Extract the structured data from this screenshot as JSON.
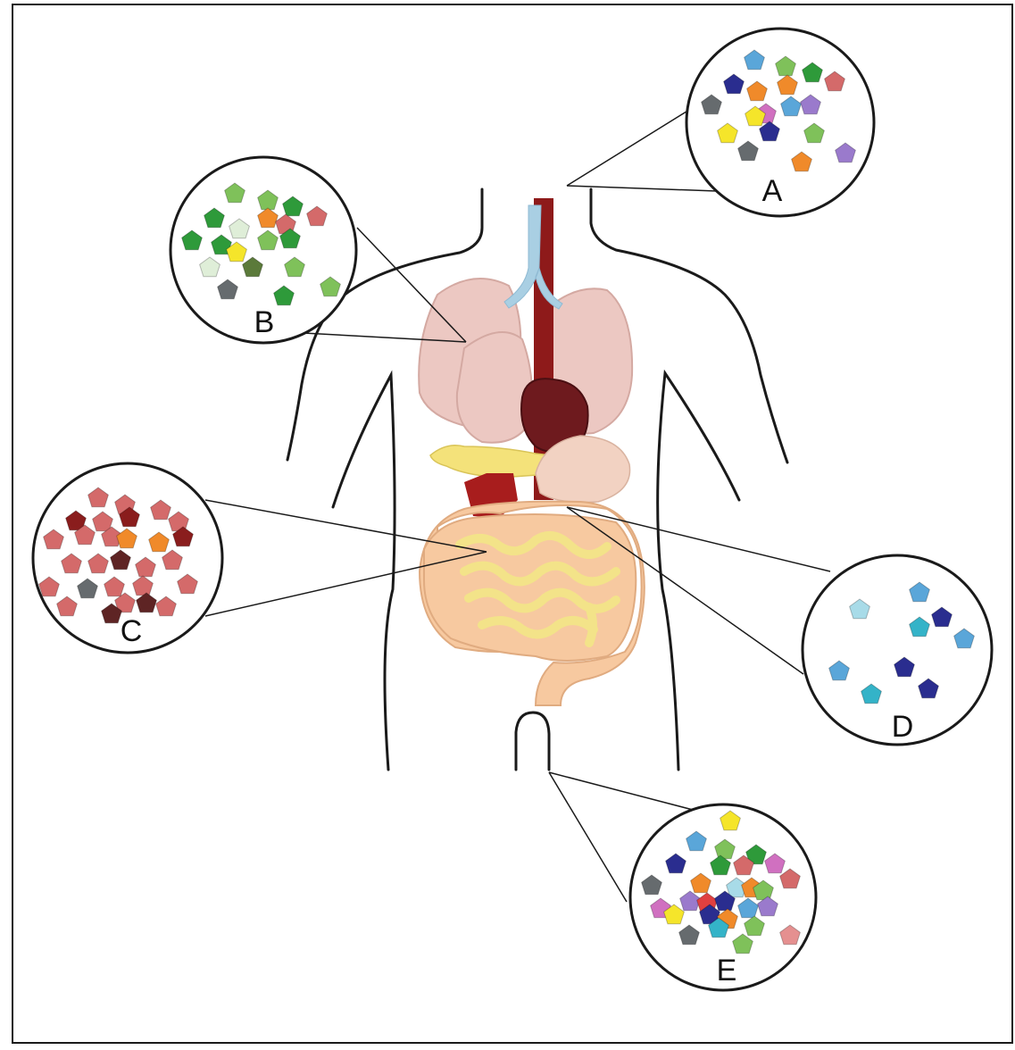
{
  "diagram": {
    "labels": {
      "A": "A",
      "B": "B",
      "C": "C",
      "D": "D",
      "E": "E"
    },
    "colors": {
      "outline": "#1a1a1a",
      "lung": "#ecc8c2",
      "heart": "#6e1a1e",
      "aorta": "#8e1a1a",
      "trachea": "#a9cfe3",
      "liver_pancreas": "#f4e27a",
      "stomach": "#f2d2c2",
      "kidney": "#a81d1d",
      "colon": "#f7c9a0",
      "small_intestine": "#f3e389",
      "pentagon_greens": [
        "#2e9a3a",
        "#7fc15a",
        "#a4d38a",
        "#dfeed8",
        "#5b7a3a"
      ],
      "pentagon_reds": [
        "#d46a6a",
        "#8a1d1d",
        "#5e2424",
        "#e59090"
      ],
      "pentagon_blues": [
        "#5aa6d9",
        "#2a2d8f",
        "#34b3c8",
        "#a8dbe8"
      ],
      "pentagon_misc": [
        "#f5e52a",
        "#f08a2a",
        "#9a7acc",
        "#d070c0",
        "#666b6e",
        "#e04040"
      ]
    }
  }
}
